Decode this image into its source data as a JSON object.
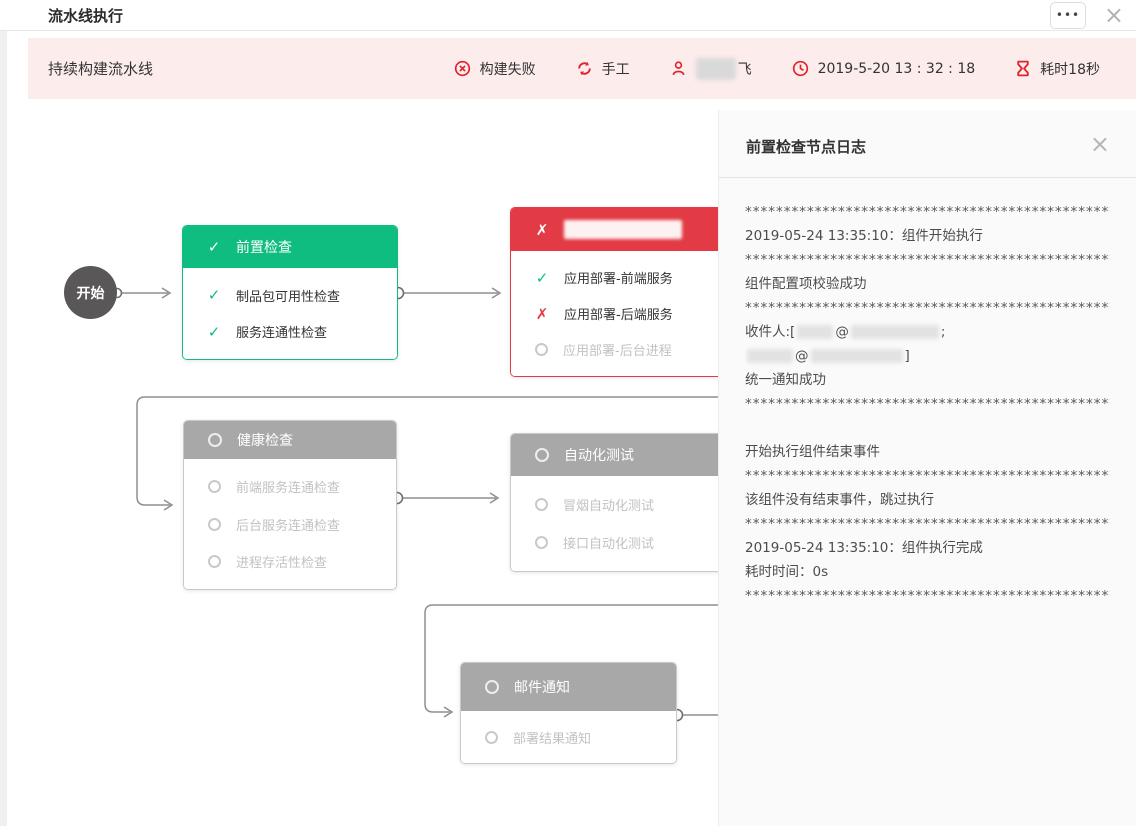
{
  "window": {
    "title": "流水线执行",
    "more_label": "•••",
    "close_label": "×"
  },
  "colors": {
    "accent_green": "#0fbd81",
    "accent_red": "#e23b45",
    "pending_gray": "#a8a8a8",
    "statusbar_bg": "#fcecec",
    "status_icon_red": "#e0242f"
  },
  "status_bar": {
    "pipeline_name": "持续构建流水线",
    "result": {
      "icon": "circle-x-icon",
      "label": "构建失败"
    },
    "trigger": {
      "icon": "refresh-icon",
      "label": "手工"
    },
    "user": {
      "icon": "person-icon",
      "visible_text": "飞",
      "redacted": true
    },
    "time": {
      "icon": "clock-icon",
      "label": "2019-5-20 13 : 32 : 18"
    },
    "duration": {
      "icon": "hourglass-icon",
      "label": "耗时18秒"
    }
  },
  "flow": {
    "start_label": "开始",
    "nodes": [
      {
        "key": "precheck",
        "state": "success",
        "title": "前置检查",
        "redacted_title": false,
        "items": [
          {
            "label": "制品包可用性检查",
            "state": "success"
          },
          {
            "label": "服务连通性检查",
            "state": "success"
          }
        ]
      },
      {
        "key": "deploy",
        "state": "failed",
        "title": "",
        "redacted_title": true,
        "items": [
          {
            "label": "应用部署-前端服务",
            "state": "success"
          },
          {
            "label": "应用部署-后端服务",
            "state": "failed"
          },
          {
            "label": "应用部署-后台进程",
            "state": "pending"
          }
        ]
      },
      {
        "key": "health",
        "state": "pending",
        "title": "健康检查",
        "redacted_title": false,
        "items": [
          {
            "label": "前端服务连通检查",
            "state": "pending"
          },
          {
            "label": "后台服务连通检查",
            "state": "pending"
          },
          {
            "label": "进程存活性检查",
            "state": "pending"
          }
        ]
      },
      {
        "key": "autotest",
        "state": "pending",
        "title": "自动化测试",
        "redacted_title": false,
        "items": [
          {
            "label": "冒烟自动化测试",
            "state": "pending"
          },
          {
            "label": "接口自动化测试",
            "state": "pending"
          }
        ]
      },
      {
        "key": "mail",
        "state": "pending",
        "title": "邮件通知",
        "redacted_title": false,
        "items": [
          {
            "label": "部署结果通知",
            "state": "pending"
          }
        ]
      }
    ]
  },
  "log_panel": {
    "title": "前置检查节点日志",
    "close_label": "×",
    "stars": "******************************************************",
    "lines": [
      {
        "t": "stars"
      },
      {
        "t": "text",
        "v": "2019-05-24 13:35:10：组件开始执行"
      },
      {
        "t": "stars"
      },
      {
        "t": "text",
        "v": "组件配置项校验成功"
      },
      {
        "t": "stars"
      },
      {
        "t": "parts",
        "parts": [
          {
            "v": "收件人:["
          },
          {
            "b": 36
          },
          {
            "v": "@"
          },
          {
            "b": 88
          },
          {
            "v": ";"
          }
        ]
      },
      {
        "t": "parts",
        "parts": [
          {
            "b": 46
          },
          {
            "v": "@"
          },
          {
            "b": 92
          },
          {
            "v": "]"
          }
        ]
      },
      {
        "t": "text",
        "v": "统一通知成功"
      },
      {
        "t": "stars"
      },
      {
        "t": "gap"
      },
      {
        "t": "text",
        "v": "开始执行组件结束事件"
      },
      {
        "t": "stars"
      },
      {
        "t": "text",
        "v": "该组件没有结束事件，跳过执行"
      },
      {
        "t": "stars"
      },
      {
        "t": "text",
        "v": "2019-05-24 13:35:10：组件执行完成"
      },
      {
        "t": "text",
        "v": "耗时时间：0s"
      },
      {
        "t": "stars"
      }
    ]
  }
}
